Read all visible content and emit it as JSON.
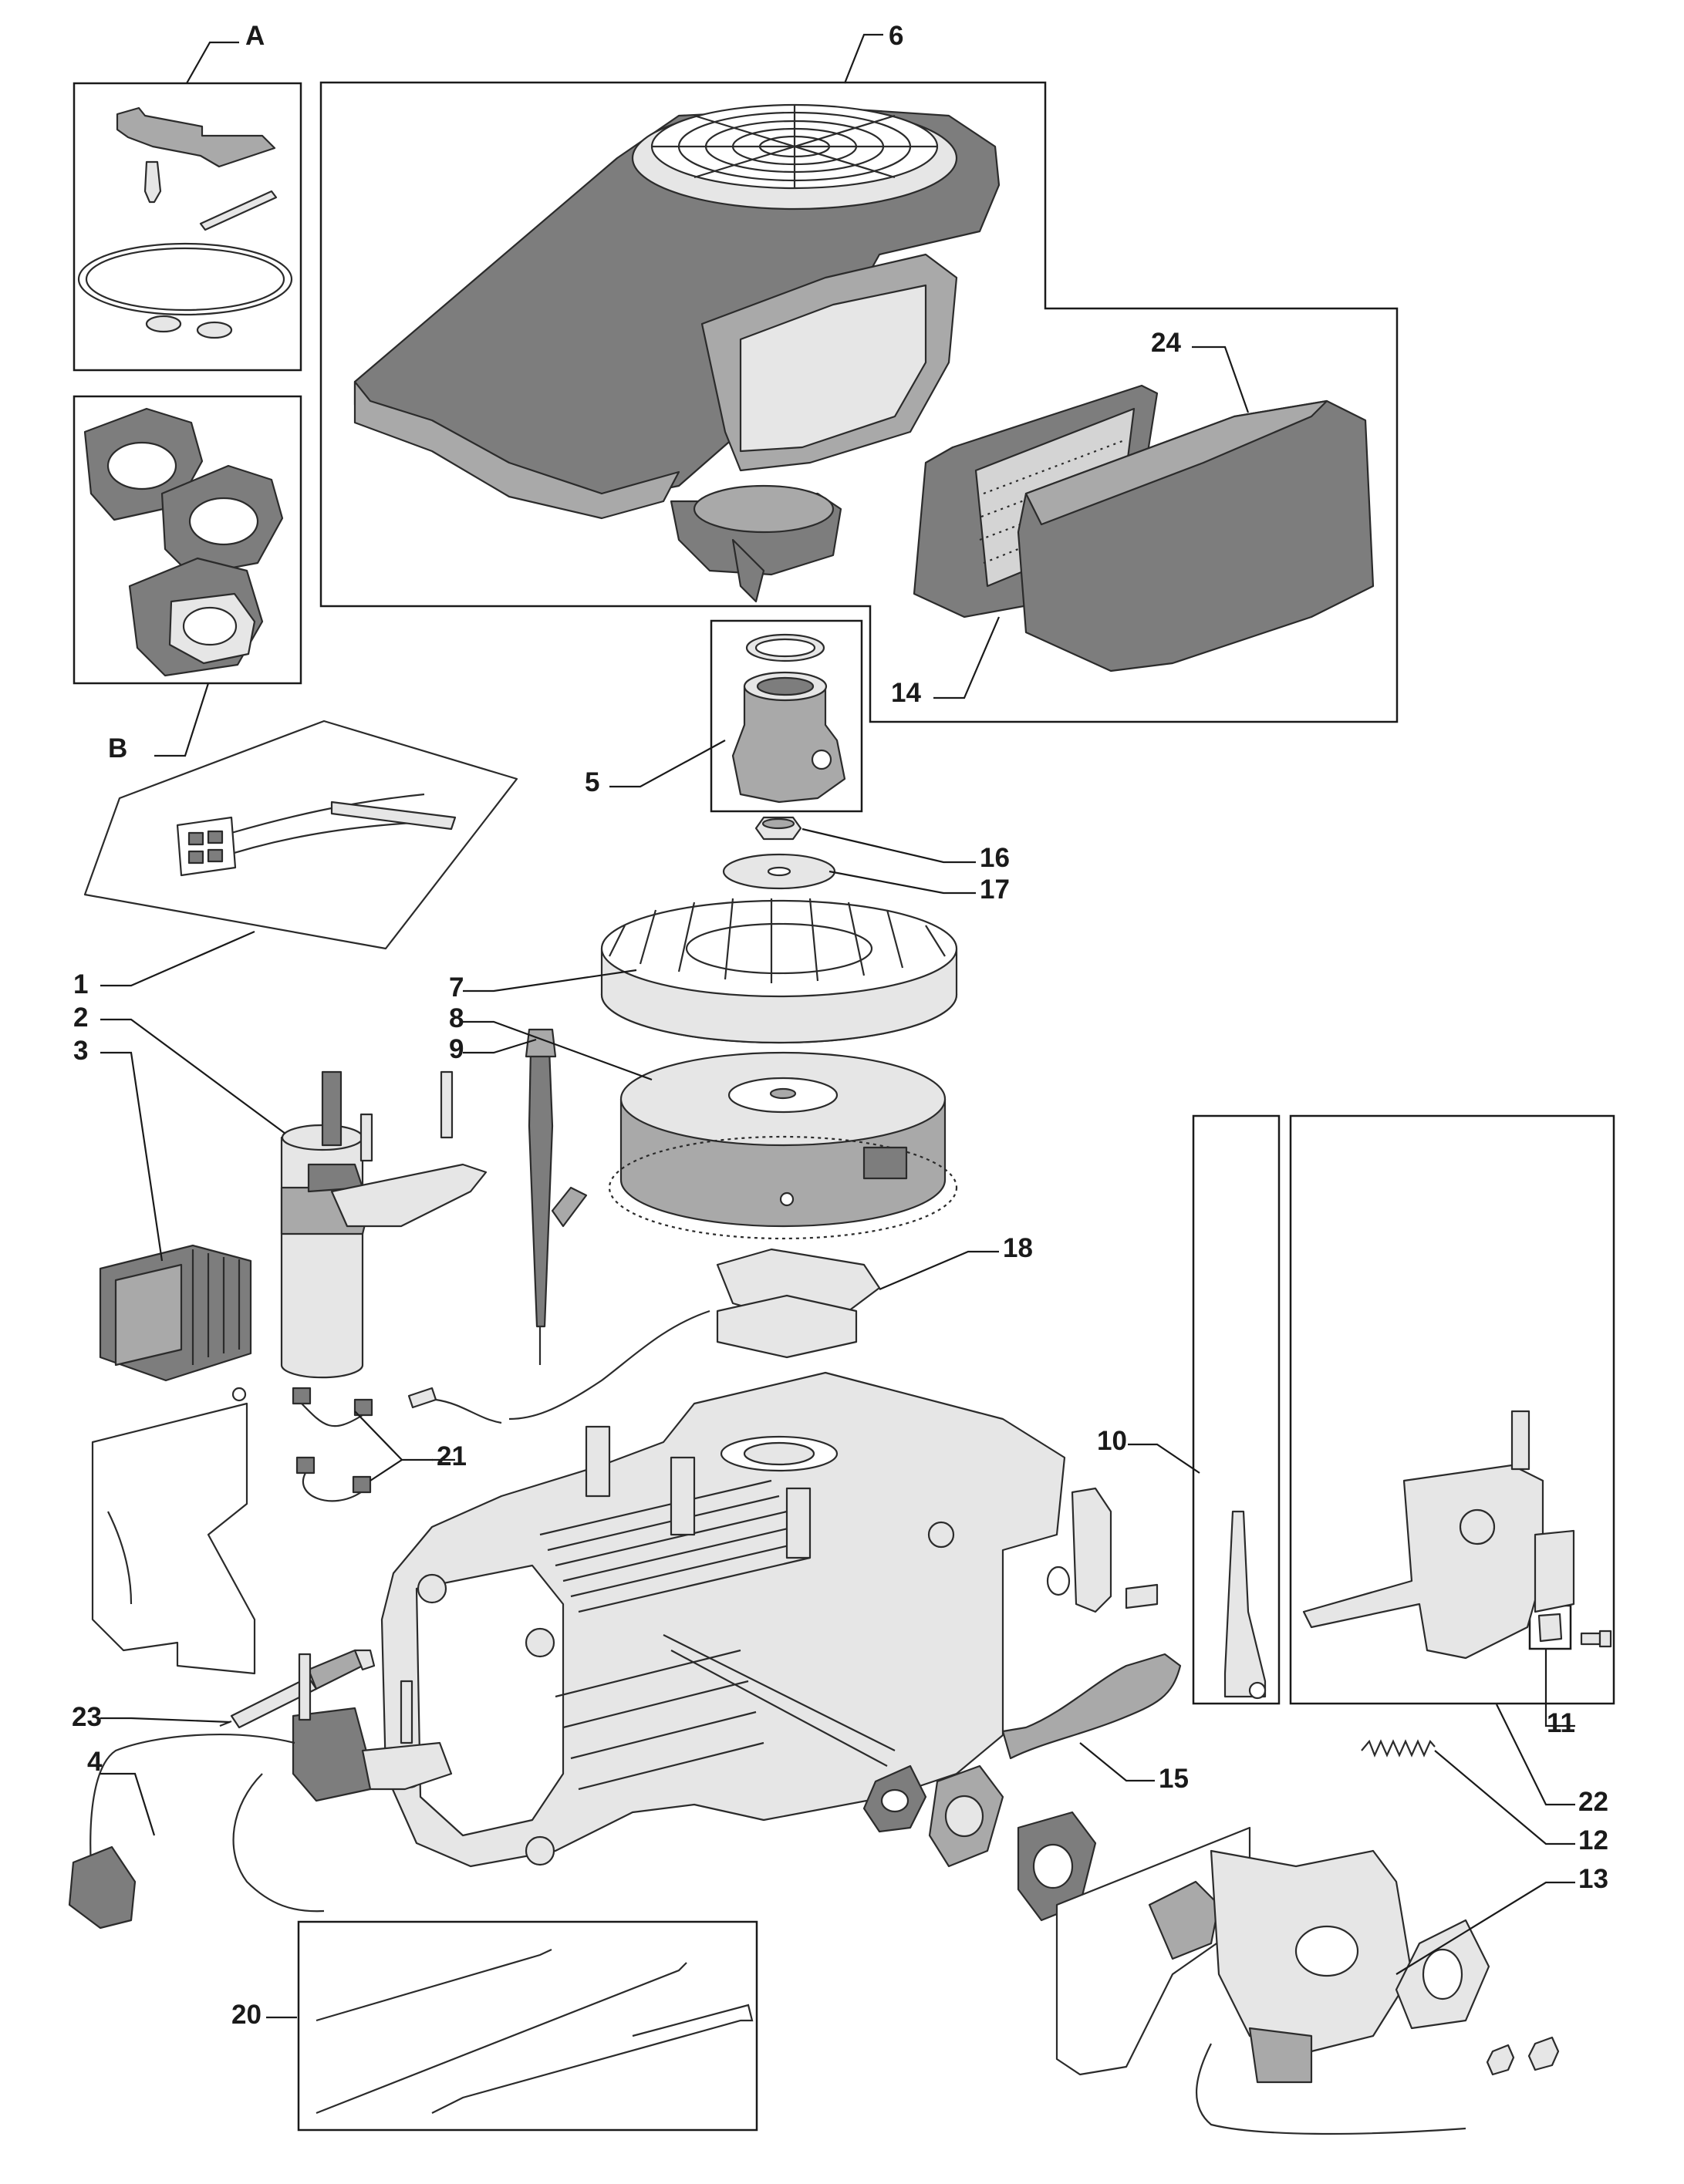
{
  "callouts": {
    "A": "A",
    "B": "B",
    "c1": "1",
    "c2": "2",
    "c3": "3",
    "c4": "4",
    "c5": "5",
    "c6": "6",
    "c7": "7",
    "c8": "8",
    "c9": "9",
    "c10": "10",
    "c11": "11",
    "c12": "12",
    "c13": "13",
    "c14": "14",
    "c15": "15",
    "c16": "16",
    "c17": "17",
    "c18": "18",
    "c20": "20",
    "c21": "21",
    "c22": "22",
    "c23": "23",
    "c24": "24"
  },
  "colors": {
    "line": "#1a1a1a",
    "shroud_fill": "#7d7d7d",
    "part_mid": "#a9a9a9",
    "part_light": "#e6e6e6",
    "background": "#ffffff"
  }
}
